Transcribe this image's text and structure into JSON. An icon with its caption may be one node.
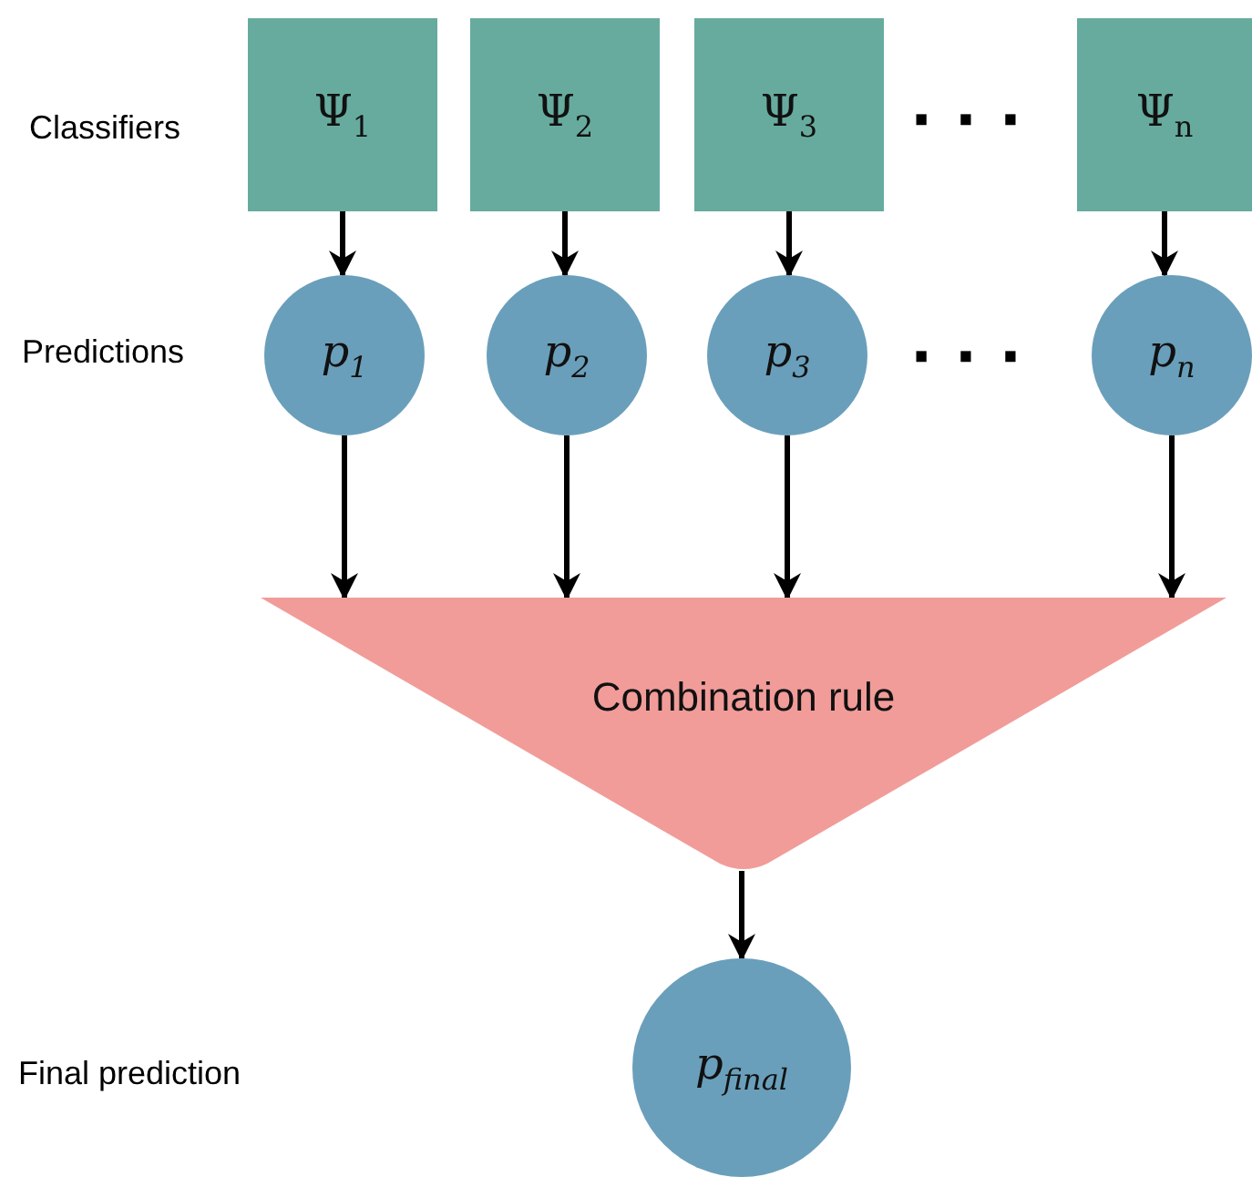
{
  "diagram": {
    "nodes": [
      {
        "text": [
          "Ψ$_{1}$"
        ]
      },
      {
        "text": [
          "Ψ$_{2}$"
        ]
      },
      {
        "text": [
          "Ψ$_{3}$"
        ]
      },
      {
        "text": [
          "Ψ$_{n}$"
        ]
      },
      {
        "text": [
          "p$_{1}$"
        ]
      },
      {
        "text": [
          "p$_{2}$"
        ]
      },
      {
        "text": [
          "p$_{3}$"
        ]
      },
      {
        "text": [
          "p$_{n}$"
        ]
      },
      {
        "text": [
          "Combination rule"
        ]
      },
      {
        "text": [
          "p$_{final}$"
        ]
      }
    ],
    "edges": [
      {
        "from": 0,
        "to": 4,
        "arrow": "to"
      },
      {
        "from": 1,
        "to": 5,
        "arrow": "to"
      },
      {
        "from": 2,
        "to": 6,
        "arrow": "to"
      },
      {
        "from": 3,
        "to": 7,
        "arrow": "to"
      },
      {
        "from": 4,
        "to": 8,
        "arrow": "to"
      },
      {
        "from": 5,
        "to": 8,
        "arrow": "to"
      },
      {
        "from": 6,
        "to": 8,
        "arrow": "to"
      },
      {
        "from": 7,
        "to": 8,
        "arrow": "to"
      },
      {
        "from": 8,
        "to": 9,
        "arrow": "to"
      }
    ],
    "labels": [
      "Classifiers",
      "Predictions",
      "Final prediction",
      "· · ·",
      "· · ·"
    ]
  }
}
